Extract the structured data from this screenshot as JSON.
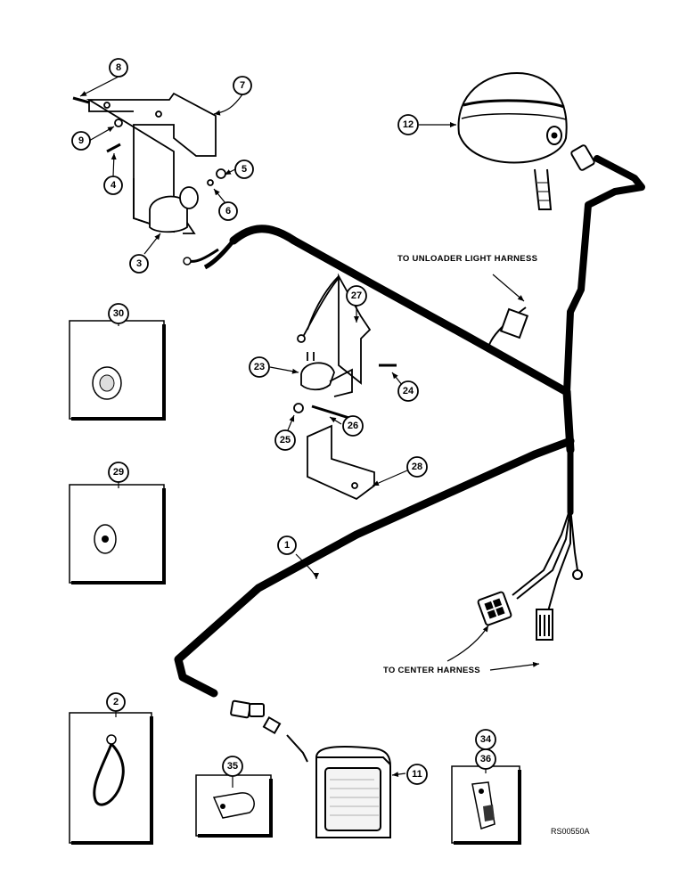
{
  "callouts": {
    "c1": "1",
    "c2": "2",
    "c3": "3",
    "c4": "4",
    "c5": "5",
    "c6": "6",
    "c7": "7",
    "c8": "8",
    "c9": "9",
    "c11": "11",
    "c12": "12",
    "c23": "23",
    "c24": "24",
    "c25": "25",
    "c26": "26",
    "c27": "27",
    "c28": "28",
    "c29": "29",
    "c30": "30",
    "c34": "34",
    "c35": "35",
    "c36": "36"
  },
  "labels": {
    "unloader": "TO UNLOADER LIGHT HARNESS",
    "center": "TO CENTER HARNESS"
  },
  "reference": "RS00550A"
}
